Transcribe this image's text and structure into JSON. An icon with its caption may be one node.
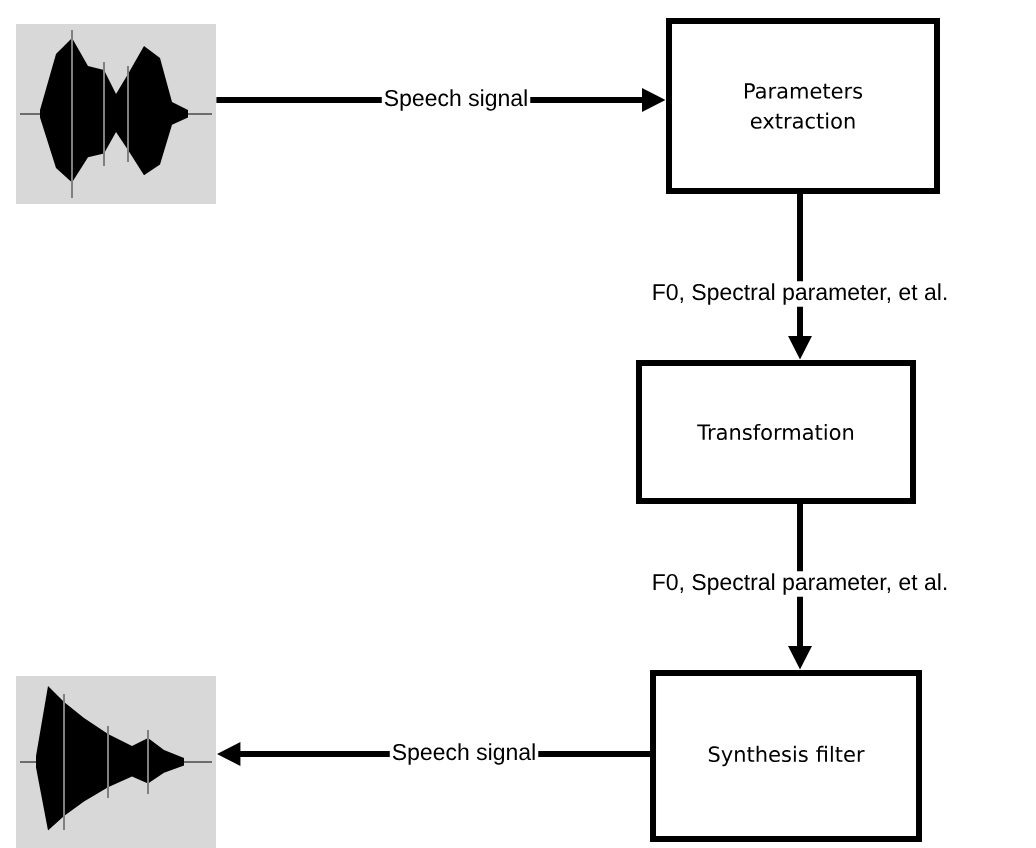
{
  "diagram": {
    "nodes": [
      {
        "text": [],
        "shape": "picture"
      },
      {
        "text": [
          "Parameters extraction"
        ]
      },
      {
        "text": [
          "Transformation"
        ]
      },
      {
        "text": [
          "Synthesis filter"
        ]
      },
      {
        "text": [],
        "shape": "picture"
      }
    ],
    "edges": [
      {
        "from": 0,
        "to": 1,
        "arrow": "to",
        "label": "Speech signal"
      },
      {
        "from": 1,
        "to": 2,
        "arrow": "to",
        "label": "F0, Spectral parameter, et al."
      },
      {
        "from": 2,
        "to": 3,
        "arrow": "to",
        "label": "F0, Spectral parameter, et al."
      },
      {
        "from": 3,
        "to": 4,
        "arrow": "to",
        "label": "Speech signal"
      }
    ]
  }
}
